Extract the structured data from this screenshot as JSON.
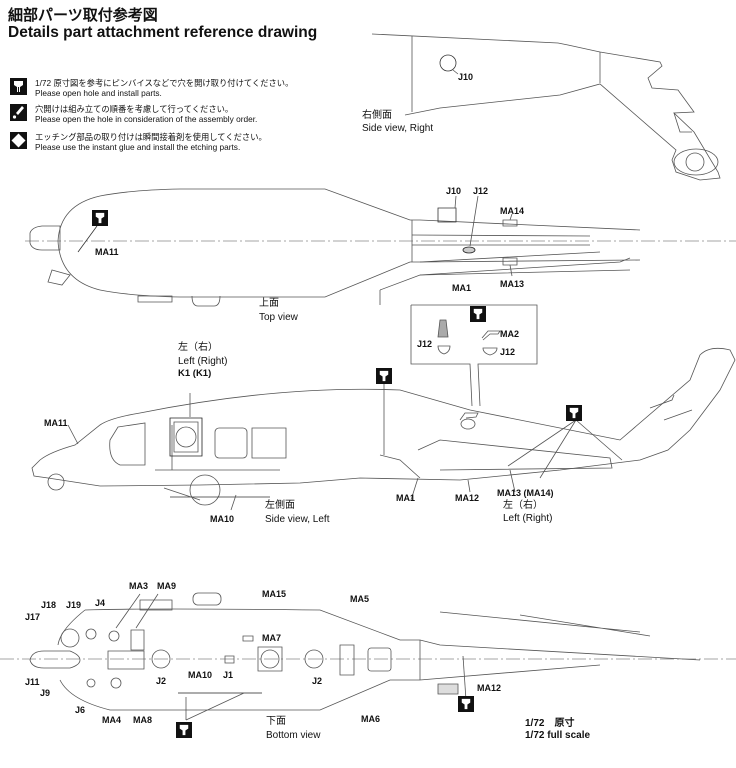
{
  "title": {
    "jp": "細部パーツ取付参考図",
    "en": "Details part attachment reference drawing"
  },
  "legend": [
    {
      "icon": "drill-icon",
      "jp": "1/72 原寸図を参考にピンバイスなどで穴を開け取り付けてください。",
      "en": "Please open hole and install parts."
    },
    {
      "icon": "order-icon",
      "jp": "穴開けは組み立ての順番を考慮して行ってください。",
      "en": "Please open the hole in consideration of the assembly order."
    },
    {
      "icon": "glue-icon",
      "jp": "エッチング部品の取り付けは瞬間接着剤を使用してください。",
      "en": "Please use the instant glue and install the etching parts."
    }
  ],
  "views": {
    "side_right": {
      "jp": "右側面",
      "en": "Side view, Right",
      "labels": [
        "J10"
      ]
    },
    "top": {
      "jp": "上面",
      "en": "Top view",
      "labels": [
        "MA11",
        "J10",
        "J12",
        "MA14",
        "MA1",
        "MA13"
      ]
    },
    "side_left": {
      "jp": "左側面",
      "en": "Side view, Left",
      "k1_jp": "左（右）",
      "k1_en": "Left (Right)",
      "k1_label": "K1 (K1)",
      "tail_jp": "左（右）",
      "tail_en": "Left (Right)",
      "labels": [
        "MA11",
        "MA10",
        "MA1",
        "MA12",
        "MA13 (MA14)"
      ]
    },
    "detail_inset": {
      "labels": [
        "J12",
        "MA2",
        "J12"
      ]
    },
    "bottom": {
      "jp": "下面",
      "en": "Bottom view",
      "labels": [
        "MA3",
        "MA9",
        "J18",
        "J19",
        "J4",
        "J17",
        "J11",
        "J9",
        "J6",
        "MA4",
        "MA8",
        "J2",
        "MA10",
        "J1",
        "MA15",
        "MA7",
        "J2",
        "MA5",
        "MA6",
        "MA12"
      ]
    }
  },
  "scale": {
    "jp": "1/72　原寸",
    "en": "1/72 full scale"
  }
}
